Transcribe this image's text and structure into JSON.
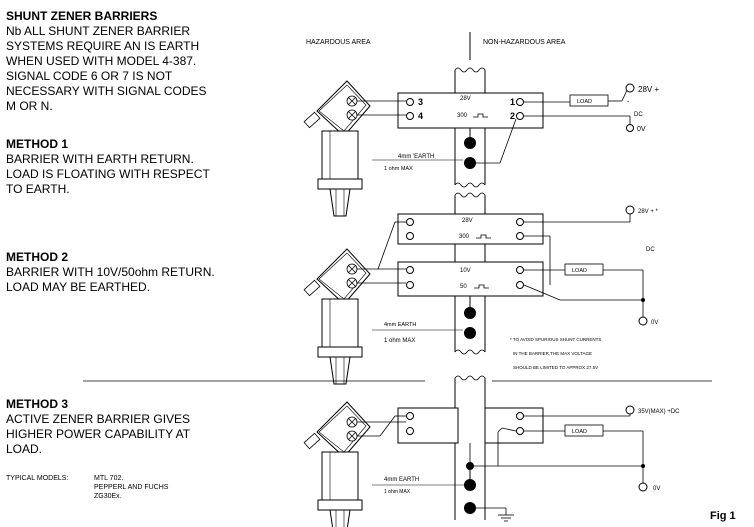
{
  "intro": {
    "heading": "SHUNT ZENER BARRIERS",
    "lines": [
      "Nb ALL SHUNT ZENER BARRIER",
      "SYSTEMS REQUIRE AN IS EARTH",
      "WHEN USED WITH MODEL 4-387.",
      "SIGNAL CODE 6 OR 7 IS NOT",
      "NECESSARY WITH SIGNAL CODES",
      "M OR N."
    ]
  },
  "method1": {
    "heading": "METHOD 1",
    "lines": [
      "BARRIER WITH EARTH RETURN.",
      "LOAD IS FLOATING WITH RESPECT",
      "TO EARTH."
    ]
  },
  "method2": {
    "heading": "METHOD 2",
    "lines": [
      "BARRIER WITH 10V/50ohm RETURN.",
      "LOAD MAY BE EARTHED."
    ]
  },
  "method3": {
    "heading": "METHOD 3",
    "lines": [
      "ACTIVE ZENER BARRIER GIVES",
      "HIGHER POWER CAPABILITY AT",
      "LOAD."
    ],
    "models_label": "TYPICAL MODELS:",
    "models": [
      "MTL 702.",
      "PEPPERL AND FUCHS",
      "ZG30Ex."
    ]
  },
  "areas": {
    "hazardous": "HAZARDOUS AREA",
    "non_hazardous": "NON-HAZARDOUS AREA"
  },
  "diagram1": {
    "term_left_top": "3",
    "term_left_bottom": "4",
    "term_right_top": "1",
    "term_right_bottom": "2",
    "voltage": "28V",
    "resistance": "300",
    "load": "LOAD",
    "supply": "28V +",
    "dc": "DC",
    "zero": "0V",
    "earth": "4mm 'EARTH",
    "ohm": "1 ohm MAX",
    "supply_minus": "-"
  },
  "diagram2": {
    "voltage_a": "28V",
    "resistance_a": "300",
    "voltage_b": "10V",
    "resistance_b": "50",
    "load": "LOAD",
    "supply": "28V + *",
    "dc": "DC",
    "zero": "0V",
    "earth": "4mm EARTH",
    "ohm": "1 ohm MAX",
    "note": [
      "* TO AVOID SPURIOUS SHUNT CURRENTS",
      "IN THE BARRIER,THE MAX VOLTAGE",
      "SHOULD BE LIMITED TO APPROX 27.5V"
    ]
  },
  "diagram3": {
    "load": "LOAD",
    "supply": "35V(MAX) +DC",
    "zero": "0V",
    "earth": "4mm EARTH",
    "ohm": "1 ohm MAX"
  },
  "figure_label": "Fig 1"
}
